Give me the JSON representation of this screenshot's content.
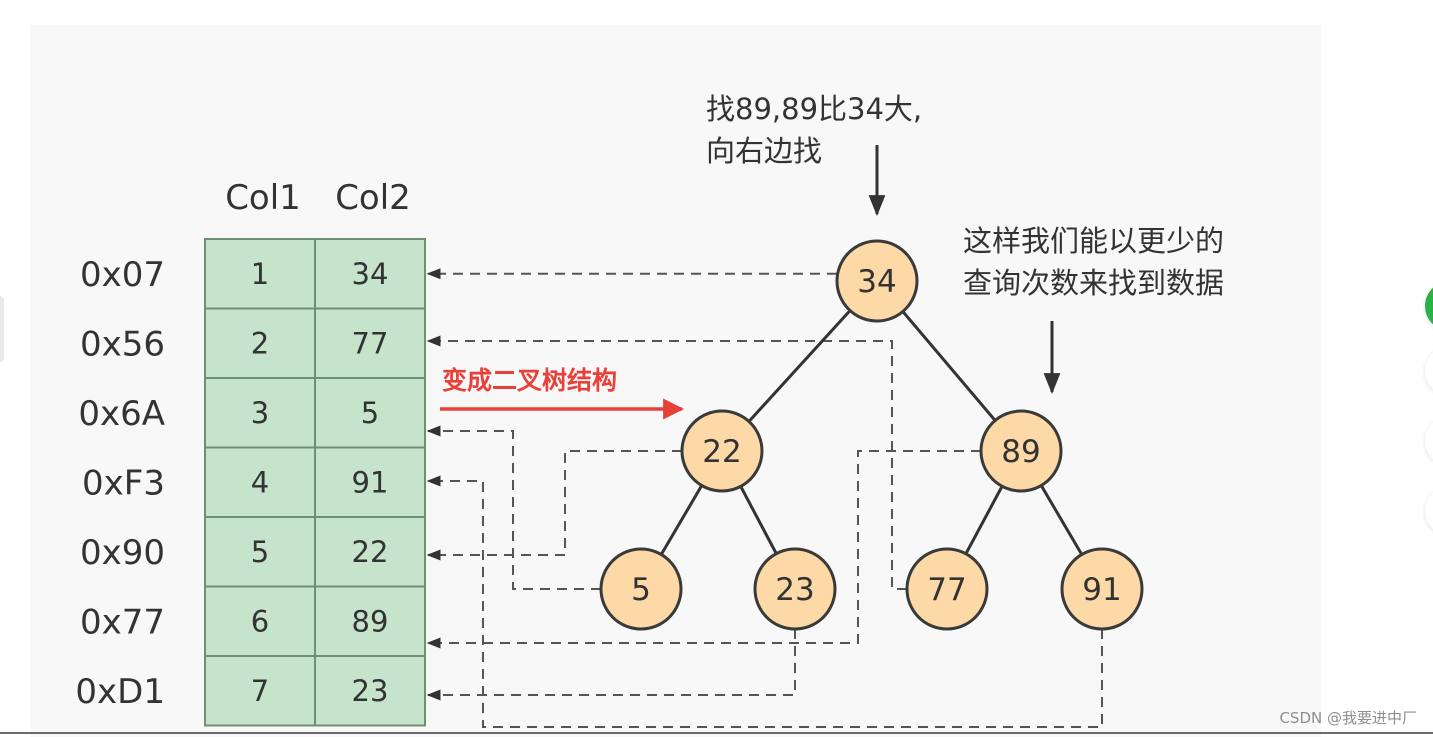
{
  "table": {
    "headers": [
      "Col1",
      "Col2"
    ],
    "rows": [
      {
        "addr": "0x07",
        "col1": "1",
        "col2": "34"
      },
      {
        "addr": "0x56",
        "col1": "2",
        "col2": "77"
      },
      {
        "addr": "0x6A",
        "col1": "3",
        "col2": "5"
      },
      {
        "addr": "0xF3",
        "col1": "4",
        "col2": "91"
      },
      {
        "addr": "0x90",
        "col1": "5",
        "col2": "22"
      },
      {
        "addr": "0x77",
        "col1": "6",
        "col2": "89"
      },
      {
        "addr": "0xD1",
        "col1": "7",
        "col2": "23"
      }
    ]
  },
  "tree": {
    "nodes": [
      {
        "id": "n34",
        "label": "34",
        "row": 0
      },
      {
        "id": "n22",
        "label": "22",
        "row": 4
      },
      {
        "id": "n89",
        "label": "89",
        "row": 5
      },
      {
        "id": "n5",
        "label": "5",
        "row": 2
      },
      {
        "id": "n23",
        "label": "23",
        "row": 6
      },
      {
        "id": "n77",
        "label": "77",
        "row": 1
      },
      {
        "id": "n91",
        "label": "91",
        "row": 3
      }
    ],
    "edges": [
      [
        "n34",
        "n22"
      ],
      [
        "n34",
        "n89"
      ],
      [
        "n22",
        "n5"
      ],
      [
        "n22",
        "n23"
      ],
      [
        "n89",
        "n77"
      ],
      [
        "n89",
        "n91"
      ]
    ]
  },
  "annotations": {
    "top_note": [
      "找89,89比34大,",
      "向右边找"
    ],
    "right_note": [
      "这样我们能以更少的",
      "查询次数来找到数据"
    ],
    "transform_label": "变成二叉树结构"
  },
  "watermark": "CSDN @我要进中厂",
  "colors": {
    "cell_fill": "#c6e3cb",
    "cell_border": "#6f8f75",
    "node_fill": "#fcd9a6",
    "node_stroke": "#3a3a3a",
    "accent_red": "#e8413a",
    "text": "#333333",
    "dash": "#555555"
  }
}
